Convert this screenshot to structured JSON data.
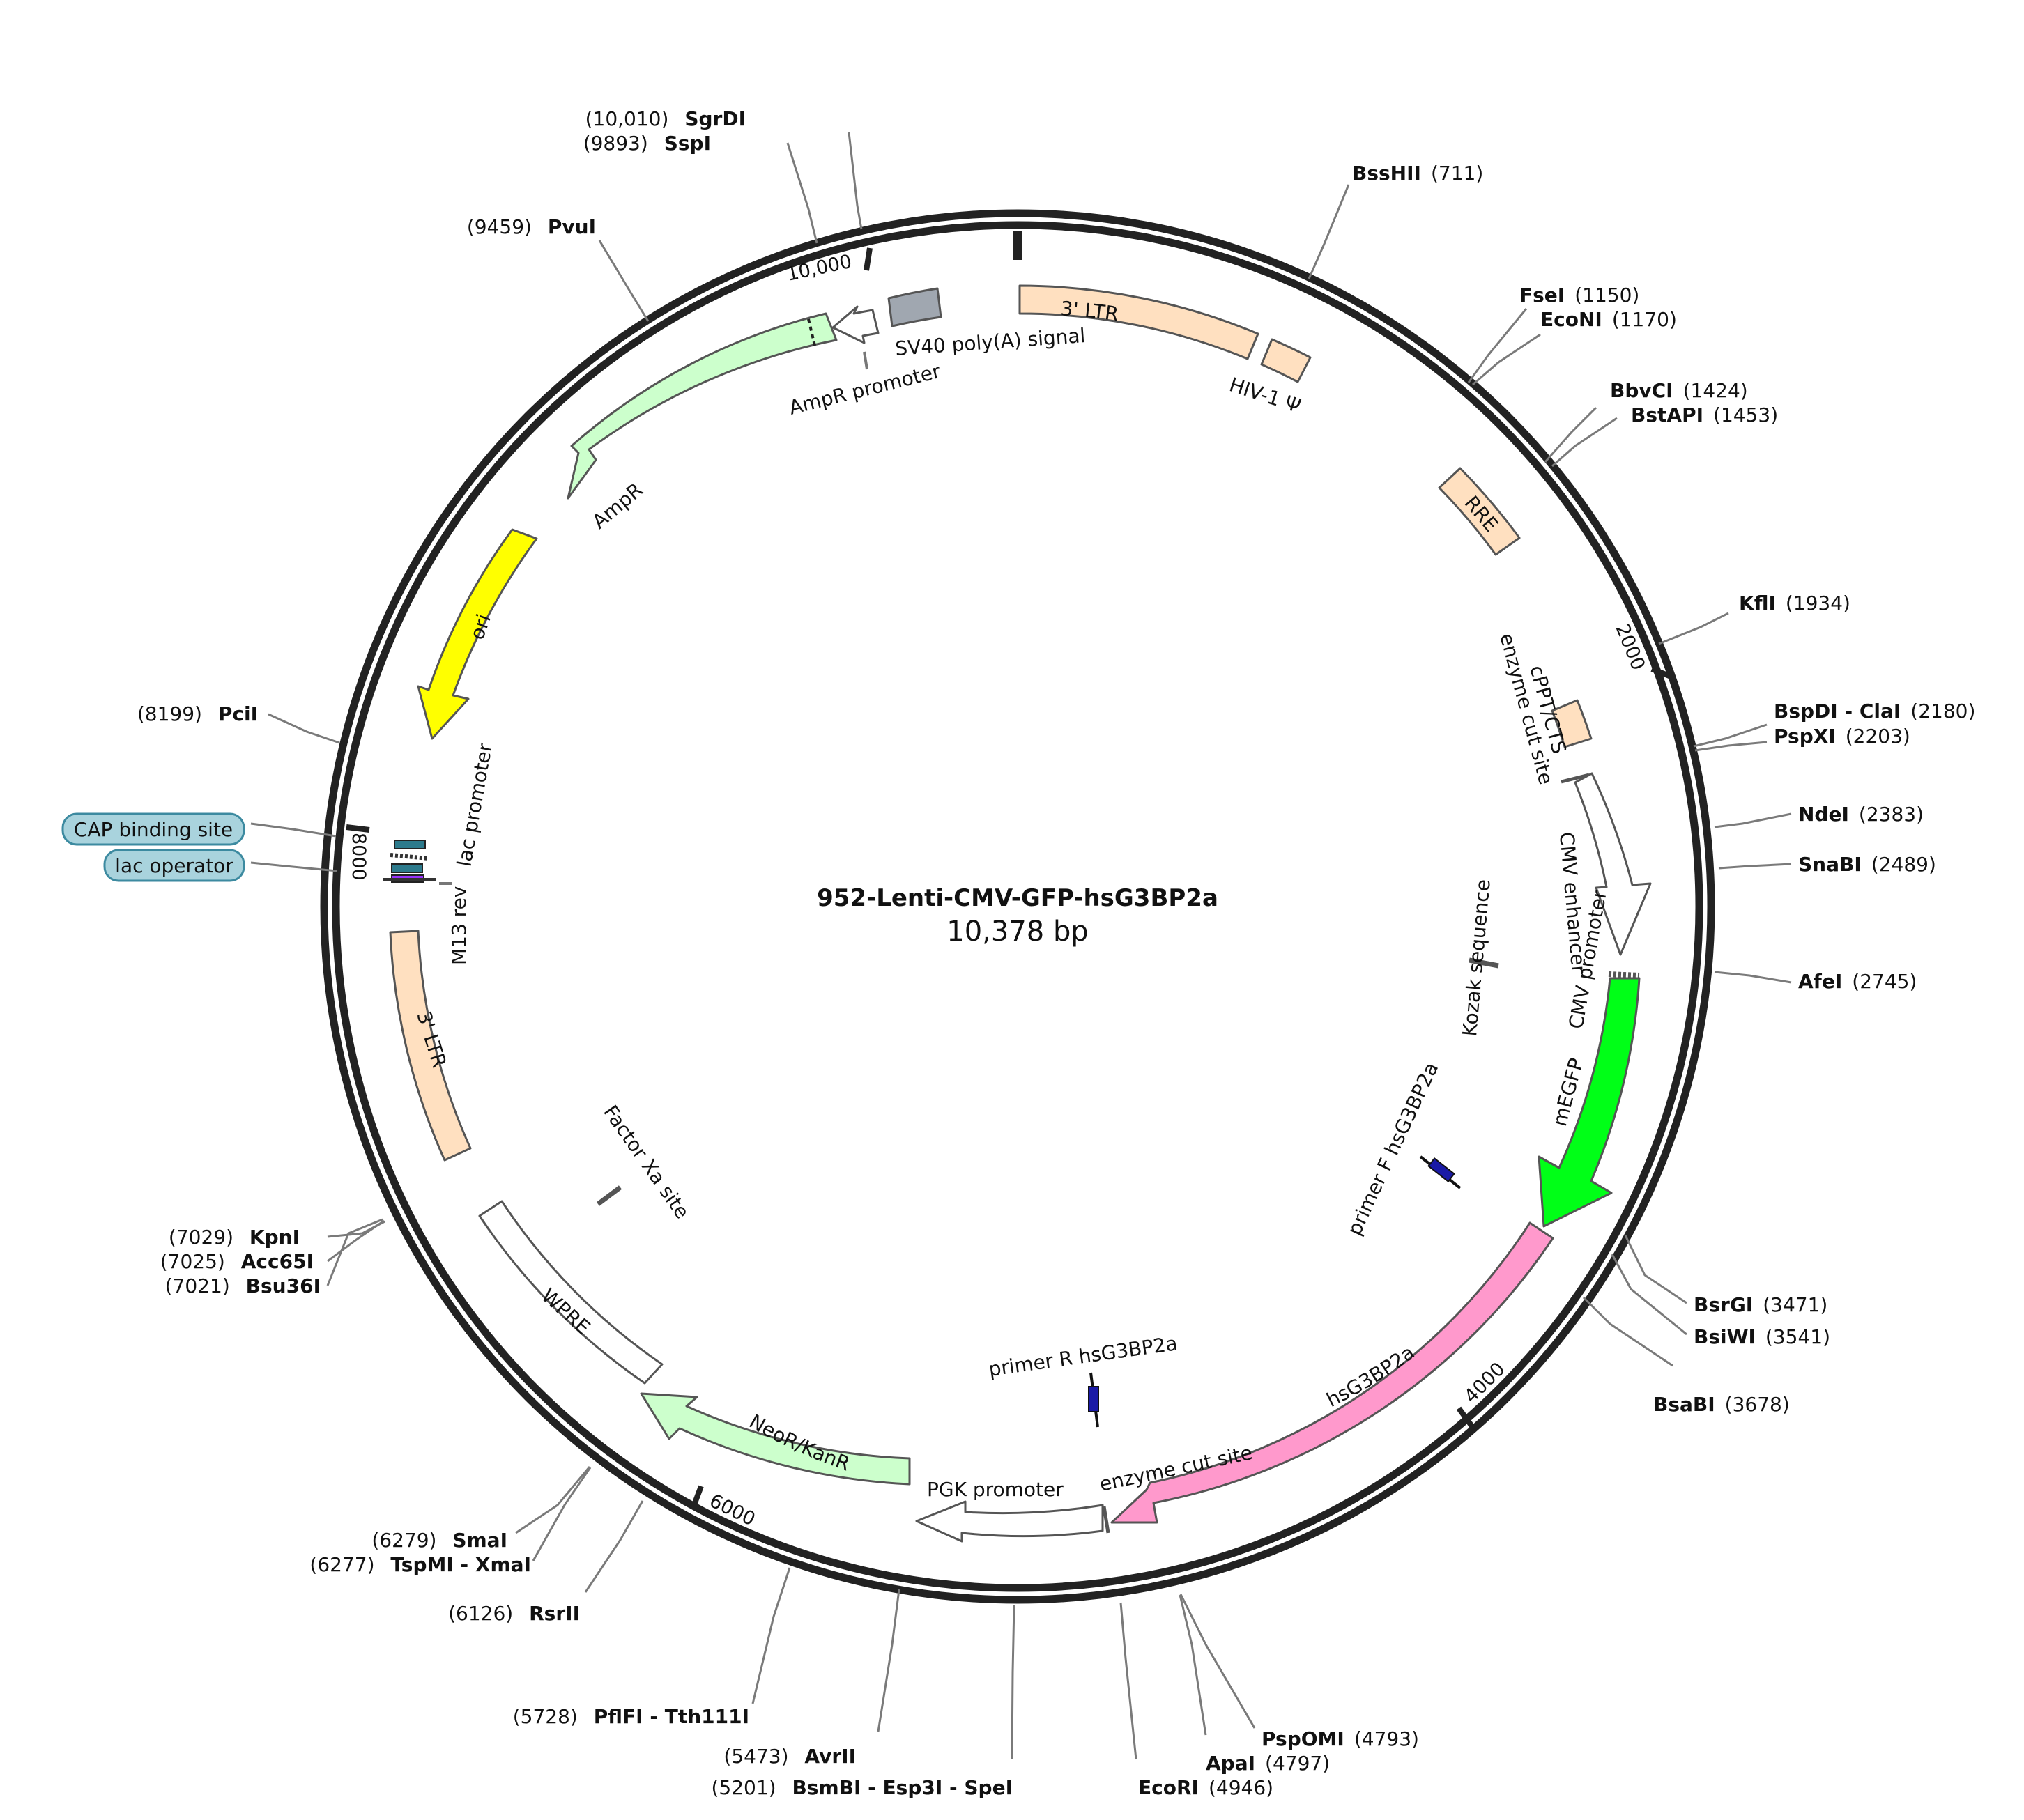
{
  "plasmid": {
    "name": "952-Lenti-CMV-GFP-hsG3BP2a",
    "length_label": "10,378 bp",
    "length": 10378
  },
  "ticks": [
    {
      "label": "10,000",
      "pos": 10000
    },
    {
      "label": "2000",
      "pos": 2000
    },
    {
      "label": "4000",
      "pos": 4000
    },
    {
      "label": "6000",
      "pos": 6000
    },
    {
      "label": "8000",
      "pos": 8000
    }
  ],
  "enzymes": [
    {
      "pre": "(10,010)",
      "name": "SgrDI",
      "post": ""
    },
    {
      "pre": "(9893)",
      "name": "SspI",
      "post": ""
    },
    {
      "pre": "",
      "name": "BssHII",
      "post": "(711)"
    },
    {
      "pre": "(9459)",
      "name": "PvuI",
      "post": ""
    },
    {
      "pre": "",
      "name": "FseI",
      "post": "(1150)"
    },
    {
      "pre": "",
      "name": "EcoNI",
      "post": "(1170)"
    },
    {
      "pre": "",
      "name": "BbvCI",
      "post": "(1424)"
    },
    {
      "pre": "",
      "name": "BstAPI",
      "post": "(1453)"
    },
    {
      "pre": "",
      "name": "KflI",
      "post": "(1934)"
    },
    {
      "pre": "",
      "name": "BspDI - ClaI",
      "post": "(2180)"
    },
    {
      "pre": "",
      "name": "PspXI",
      "post": "(2203)"
    },
    {
      "pre": "",
      "name": "NdeI",
      "post": "(2383)"
    },
    {
      "pre": "",
      "name": "SnaBI",
      "post": "(2489)"
    },
    {
      "pre": "",
      "name": "AfeI",
      "post": "(2745)"
    },
    {
      "pre": "",
      "name": "BsrGI",
      "post": "(3471)"
    },
    {
      "pre": "",
      "name": "BsiWI",
      "post": "(3541)"
    },
    {
      "pre": "",
      "name": "BsaBI",
      "post": "(3678)"
    },
    {
      "pre": "",
      "name": "PspOMI",
      "post": "(4793)"
    },
    {
      "pre": "",
      "name": "ApaI",
      "post": "(4797)"
    },
    {
      "pre": "",
      "name": "EcoRI",
      "post": "(4946)"
    },
    {
      "pre": "(5201)",
      "name": "BsmBI - Esp3I - SpeI",
      "post": ""
    },
    {
      "pre": "(5473)",
      "name": "AvrII",
      "post": ""
    },
    {
      "pre": "(5728)",
      "name": "PflFI - Tth111I",
      "post": ""
    },
    {
      "pre": "(6126)",
      "name": "RsrII",
      "post": ""
    },
    {
      "pre": "(6277)",
      "name": "TspMI - XmaI",
      "post": ""
    },
    {
      "pre": "(6279)",
      "name": "SmaI",
      "post": ""
    },
    {
      "pre": "(7021)",
      "name": "Bsu36I",
      "post": ""
    },
    {
      "pre": "(7025)",
      "name": "Acc65I",
      "post": ""
    },
    {
      "pre": "(7029)",
      "name": "KpnI",
      "post": ""
    },
    {
      "pre": "(8199)",
      "name": "PciI",
      "post": ""
    }
  ],
  "features": [
    {
      "label": "3' LTR",
      "kind": "ltr",
      "color": "#ffe0c0"
    },
    {
      "label": "HIV-1 Ψ",
      "kind": "psi",
      "color": "#ffe0c0"
    },
    {
      "label": "RRE",
      "kind": "rre",
      "color": "#ffe0c0"
    },
    {
      "label": "cPPT/CTS",
      "kind": "cppt",
      "color": "#ffe0c0"
    },
    {
      "label": "enzyme cut site",
      "kind": "site"
    },
    {
      "label": "CMV enhancer",
      "kind": "cmv_enh",
      "color": "#ffffff"
    },
    {
      "label": "CMV promoter",
      "kind": "cmv_pro",
      "color": "#ffffff"
    },
    {
      "label": "Kozak sequence",
      "kind": "kozak"
    },
    {
      "label": "mEGFP",
      "kind": "gfp",
      "color": "#00ff17"
    },
    {
      "label": "primer F hsG3BP2a",
      "kind": "primer_f",
      "color": "#1a1aa6"
    },
    {
      "label": "hsG3BP2a",
      "kind": "cds",
      "color": "#ff99cc"
    },
    {
      "label": "enzyme cut site",
      "kind": "site2"
    },
    {
      "label": "primer R hsG3BP2a",
      "kind": "primer_r",
      "color": "#1a1aa6"
    },
    {
      "label": "PGK promoter",
      "kind": "pgk",
      "color": "#ffffff"
    },
    {
      "label": "NeoR/KanR",
      "kind": "neo",
      "color": "#ccffcc"
    },
    {
      "label": "WPRE",
      "kind": "wpre",
      "color": "#ffffff"
    },
    {
      "label": "Factor Xa site",
      "kind": "fxa"
    },
    {
      "label": "3' LTR",
      "kind": "ltr2",
      "color": "#ffe0c0"
    },
    {
      "label": "M13 rev",
      "kind": "m13",
      "color": "#9933ff"
    },
    {
      "label": "lac promoter",
      "kind": "lacp"
    },
    {
      "label": "ori",
      "kind": "ori",
      "color": "#ffff00"
    },
    {
      "label": "AmpR",
      "kind": "amp",
      "color": "#ccffcc"
    },
    {
      "label": "AmpR promoter",
      "kind": "amp_pro",
      "color": "#ffffff"
    },
    {
      "label": "SV40 poly(A) signal",
      "kind": "sv40",
      "color": "#a0a7b0"
    }
  ],
  "pills": [
    {
      "label": "CAP binding site",
      "color": "#a9d3dd"
    },
    {
      "label": "lac operator",
      "color": "#a9d3dd"
    }
  ]
}
